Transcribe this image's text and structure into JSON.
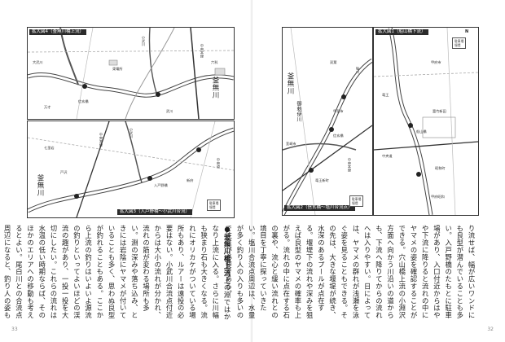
{
  "left_page": {
    "page_number": "33",
    "map_top": {
      "label": "拡大図4（釜無川橋上流）",
      "places": [
        "大武川",
        "釜無川",
        "小武川",
        "信玄橋",
        "東電所",
        "中央本線",
        "武川",
        "六科",
        "万才"
      ],
      "river_big": "釜無川"
    },
    "map_bottom": {
      "label": "拡大図3（入戸野橋〜小武川合流）",
      "places": [
        "入戸野橋",
        "小武川",
        "戸沢",
        "中央本線",
        "七里岩",
        "新府",
        "中央道"
      ],
      "river_big": "釜無川",
      "legend": [
        "駐車場",
        "堰堤"
      ]
    },
    "heading": "●釜無川橋上流",
    "body": "上の淵ではかなり上流に入る。さらに川幅も狭まり石も大きくなる。流れにオリカケがついている場所もあり、ルアーは遠投の必要はない。小武川合流点付近からは大小の流れが分かれ、流れの筋が変わる場所も多い。淵の深みや落ち込み、ときには岩陰にヤマメが付いていることも多く、思わぬ良型が釣れることもある。ここから上流の釣りはいよいよ源流の釣りといってよいほどの渓流の趣があり、一投一投を大切にしたい。これらの流れは水温の低い時期ならば、そのほかのエリアへの移動も考えるとよい。尾白川との合流点周辺になると、釣り人の姿も少なくなり、フィールドとして静かな釣りが楽しめる。"
  },
  "right_page": {
    "page_number": "32",
    "map_top": {
      "label": "拡大図1（船山橋下流）",
      "places": [
        "甲府市",
        "船山橋",
        "竜王",
        "富竹新田",
        "昭和町",
        "中央道",
        "甲府昭和"
      ],
      "north": "N",
      "legend": [
        "駐車場",
        "堰堤"
      ]
    },
    "map_bottom": {
      "label": "拡大図2（信玄橋〜塩川合流点）",
      "places": [
        "信玄橋",
        "塩川",
        "双葉",
        "竜王新町",
        "中央本線",
        "韮崎市",
        "甲斐市"
      ],
      "river_big": "釜無川",
      "river_small": "御勅使川",
      "legend": [
        "駐車場",
        "堰堤"
      ]
    },
    "body": "り流せば、幅が広いワンドにも良型が潜んでいることも多い。入戸野橋のたもとに駐車場があり、入口付近からはやや下流に降りると流れの中にヤマメの姿を確認することができる。穴山橋上流の小淵沢方面へ向かう川沿いの道からも、下流へ降りてからの流れへは入りやすい。日によっては、ヤマメの群れが浅瀬を泳ぐ姿を見ることもできる。その先は、大きな堰堤が続き、水深のあるプールが点在する。堰堤下の流れや深みを狙えば良型のヤマメの確率も上がる。流れの中に点在する石の裏や、流心と緩い流れとの境目を丁寧に探っていきたい。塩川合流点周辺は、水量が多く釣り人の入りも多いので注意が必要である。"
  }
}
